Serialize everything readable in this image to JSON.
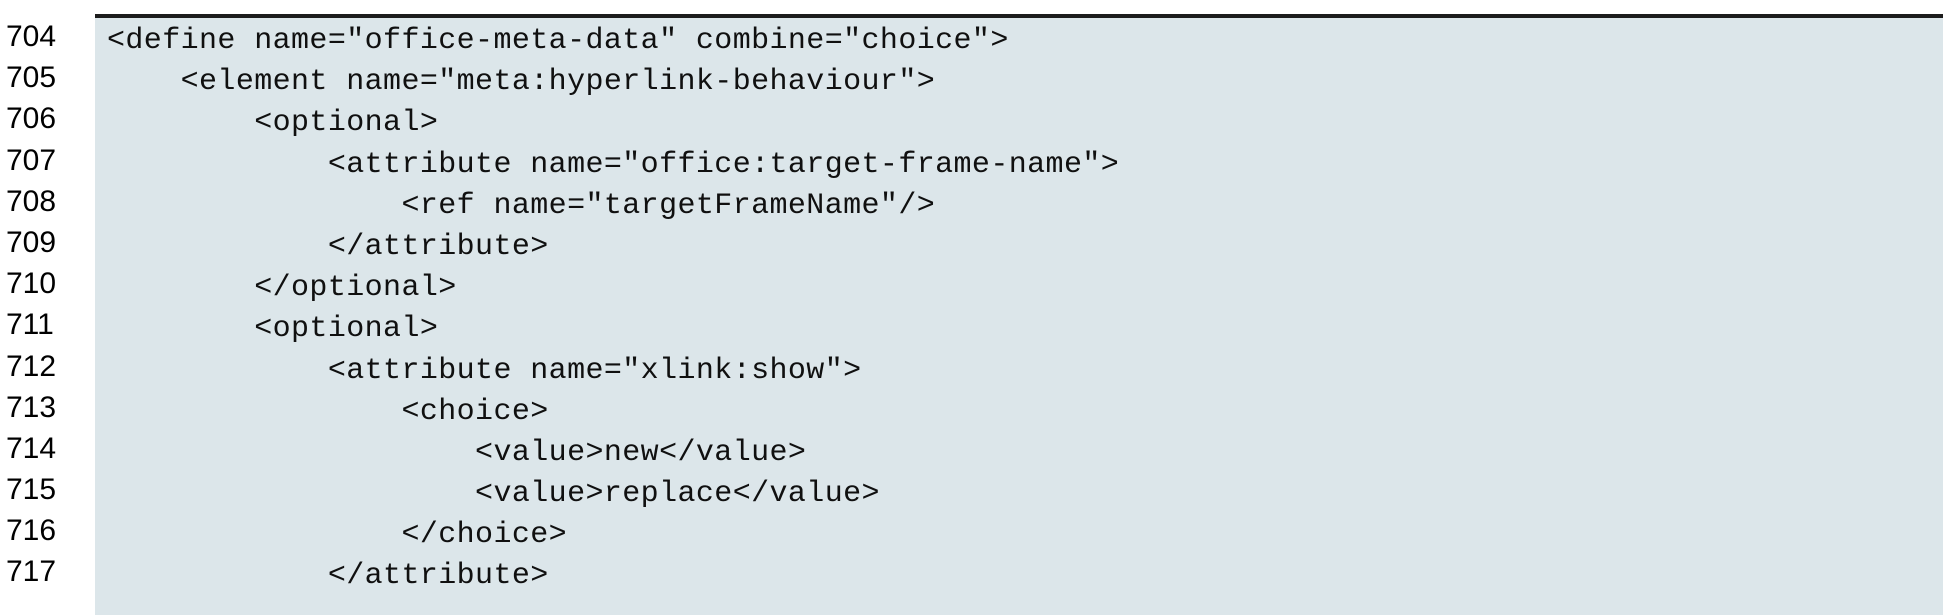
{
  "document": {
    "kind": "source-code-listing",
    "language": "relaxng-xml",
    "colors": {
      "page_background": "#ffffff",
      "code_background": "#dce6ea",
      "code_text": "#101010",
      "line_number_text": "#000000",
      "top_rule": "#1c1c1c"
    },
    "first_line_number": 704,
    "last_line_number": 717,
    "line_numbers": [
      "704",
      "705",
      "706",
      "707",
      "708",
      "709",
      "710",
      "711",
      "712",
      "713",
      "714",
      "715",
      "716",
      "717"
    ],
    "lines": [
      {
        "number": "704",
        "text": "<define name=\"office-meta-data\" combine=\"choice\">"
      },
      {
        "number": "705",
        "text": "    <element name=\"meta:hyperlink-behaviour\">"
      },
      {
        "number": "706",
        "text": "        <optional>"
      },
      {
        "number": "707",
        "text": "            <attribute name=\"office:target-frame-name\">"
      },
      {
        "number": "708",
        "text": "                <ref name=\"targetFrameName\"/>"
      },
      {
        "number": "709",
        "text": "            </attribute>"
      },
      {
        "number": "710",
        "text": "        </optional>"
      },
      {
        "number": "711",
        "text": "        <optional>"
      },
      {
        "number": "712",
        "text": "            <attribute name=\"xlink:show\">"
      },
      {
        "number": "713",
        "text": "                <choice>"
      },
      {
        "number": "714",
        "text": "                    <value>new</value>"
      },
      {
        "number": "715",
        "text": "                    <value>replace</value>"
      },
      {
        "number": "716",
        "text": "                </choice>"
      },
      {
        "number": "717",
        "text": "            </attribute>"
      }
    ]
  }
}
